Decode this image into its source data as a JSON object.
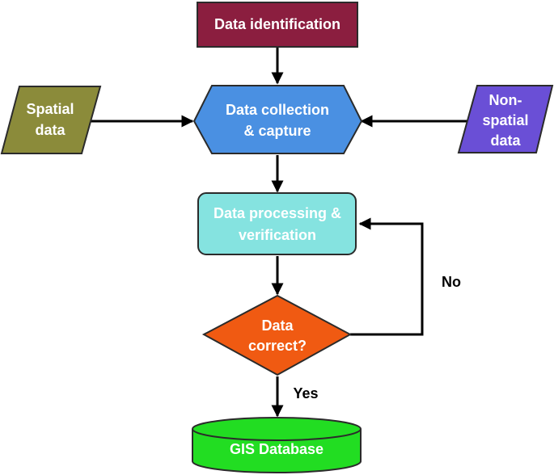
{
  "nodes": {
    "data_identification": {
      "label": "Data identification",
      "color": "#8b1e3f"
    },
    "data_collection": {
      "line1": "Data collection",
      "line2": "& capture",
      "color": "#4a90e2"
    },
    "spatial_data": {
      "line1": "Spatial",
      "line2": "data",
      "color": "#8b8b3a"
    },
    "non_spatial_data": {
      "line1": "Non-",
      "line2": "spatial",
      "line3": "data",
      "color": "#6a4fd6"
    },
    "data_processing": {
      "line1": "Data processing &",
      "line2": "verification",
      "color": "#85e3e0"
    },
    "data_correct": {
      "line1": "Data",
      "line2": "correct?",
      "color": "#f05a12"
    },
    "gis_database": {
      "label": "GIS Database",
      "color": "#22dd22"
    }
  },
  "edges": {
    "no_label": "No",
    "yes_label": "Yes"
  }
}
